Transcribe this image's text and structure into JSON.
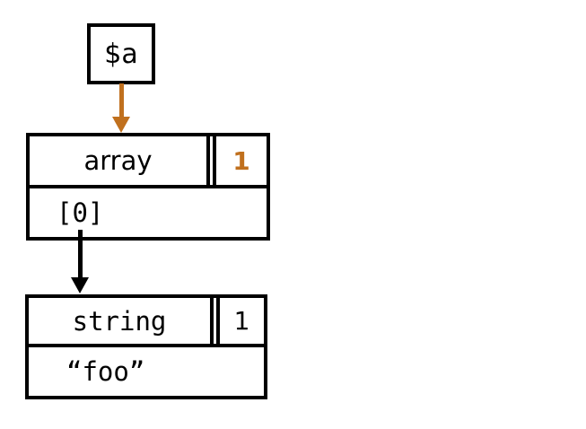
{
  "diagram": {
    "background_color": "#ffffff",
    "colors": {
      "line": "#000000",
      "accent_orange": "#C0701E"
    },
    "variable": {
      "label": "$a"
    },
    "array_zval": {
      "type": "array",
      "refcount": "1",
      "refcount_color": "#C0701E",
      "entries": [
        "[0]"
      ]
    },
    "string_zval": {
      "type": "string",
      "refcount": "1",
      "refcount_color": "#000000",
      "value": "“foo”"
    },
    "arrows": [
      {
        "name": "var-to-array",
        "from": "$a",
        "to": "array zval",
        "color": "#C0701E"
      },
      {
        "name": "entry-to-string",
        "from": "[0]",
        "to": "string zval",
        "color": "#000000"
      }
    ]
  }
}
